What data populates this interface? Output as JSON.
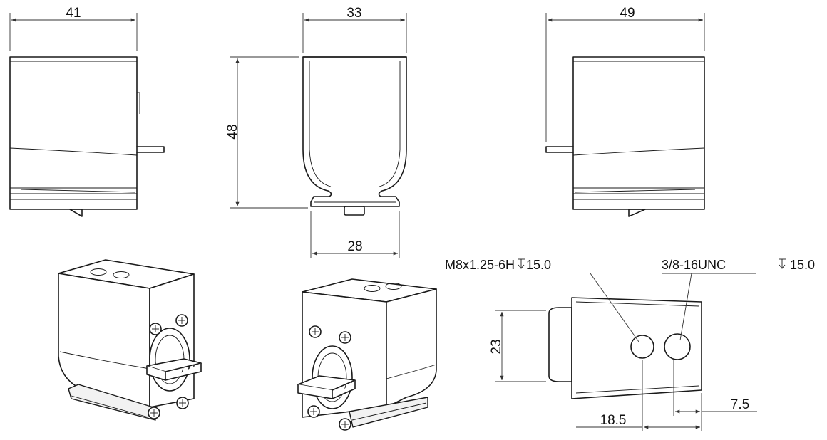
{
  "dimensions": {
    "left_view_width": "41",
    "front_view_width": "33",
    "right_view_width": "49",
    "front_view_height": "48",
    "base_width": "28",
    "side_height": "23",
    "hole_spacing_a": "18.5",
    "hole_spacing_b": "7.5"
  },
  "callouts": {
    "metric_thread": "M8x1.25-6H",
    "metric_depth": "15.0",
    "unc_thread": "3/8-16UNC",
    "unc_depth": "15.0"
  },
  "icons": {
    "depth_symbol": "depth-symbol-icon",
    "screw": "phillips-screw-icon"
  }
}
